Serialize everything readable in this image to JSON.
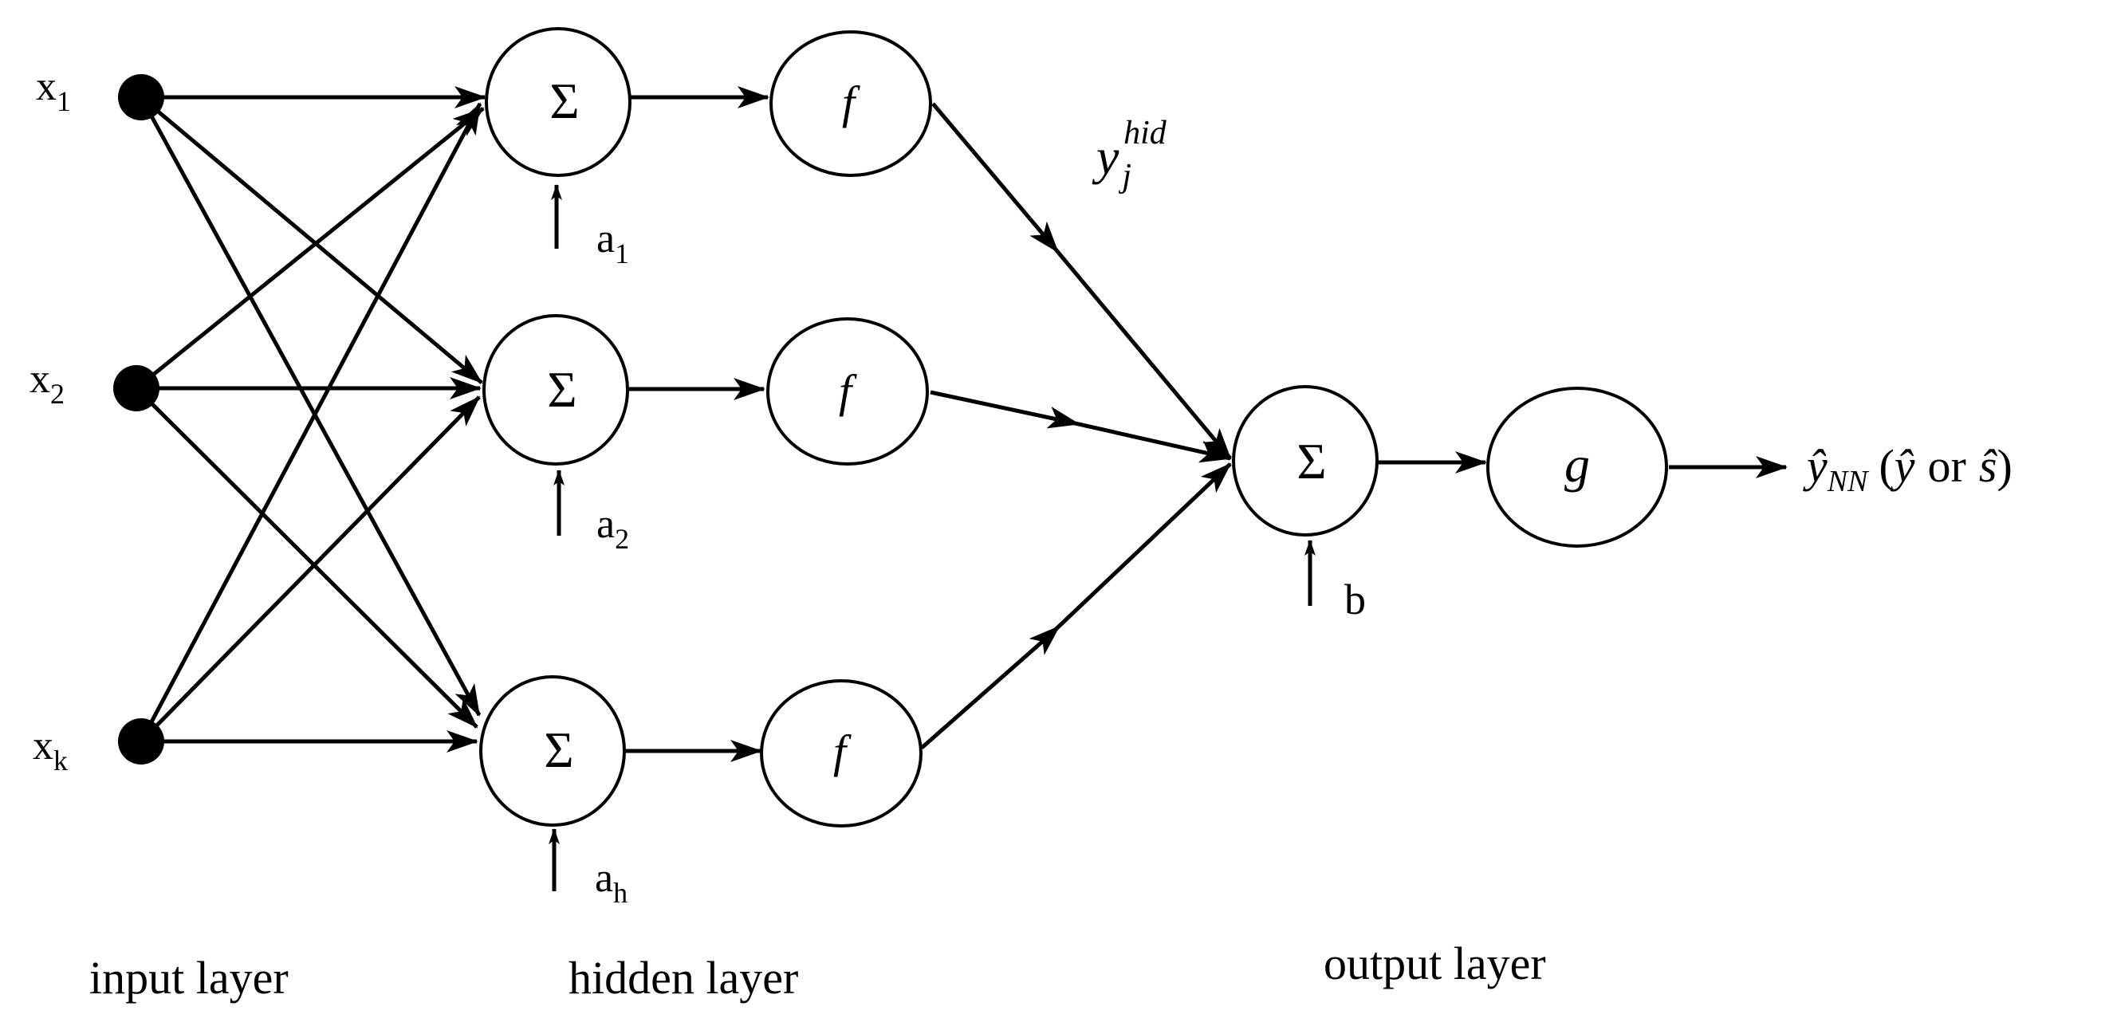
{
  "inputs": [
    {
      "label": "x",
      "sub": "1"
    },
    {
      "label": "x",
      "sub": "2"
    },
    {
      "label": "x",
      "sub": "k"
    }
  ],
  "hidden": {
    "sum_symbol": "Σ",
    "activation": "f",
    "biases": [
      {
        "label": "a",
        "sub": "1"
      },
      {
        "label": "a",
        "sub": "2"
      },
      {
        "label": "a",
        "sub": "h"
      }
    ],
    "output_label": {
      "base": "y",
      "sub": "j",
      "sup": "hid"
    }
  },
  "output": {
    "sum_symbol": "Σ",
    "bias": "b",
    "function": "g",
    "result": {
      "yhat_nn": "ŷ",
      "nn_sub": "NN",
      "open": "(",
      "yhat": "ŷ",
      "or": "or",
      "shat": "ŝ",
      "close": ")"
    }
  },
  "layer_labels": {
    "input": "input layer",
    "hidden": "hidden layer",
    "output": "output layer"
  }
}
